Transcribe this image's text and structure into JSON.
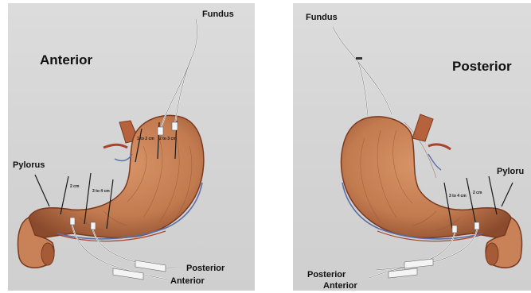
{
  "left_panel": {
    "view": "Anterior",
    "fundus": "Fundus",
    "pylorus": "Pylorus",
    "posterior_lead": "Posterior",
    "anterior_lead": "Anterior",
    "measure_1": "1 to 2 cm",
    "measure_2": "2 to 3 cm",
    "measure_3": "2 cm",
    "measure_4": "3 to 4 cm"
  },
  "right_panel": {
    "view": "Posterior",
    "fundus": "Fundus",
    "pylorus": "Pyloru",
    "posterior_lead": "Posterior",
    "anterior_lead": "Anterior",
    "measure_1": "3 to 4 cm",
    "measure_2": "2 cm"
  },
  "colors": {
    "panel_background": "#d5d5d5",
    "stomach": "#c27a4f",
    "stomach_dark": "#8a4a2c",
    "lead_wire": "#f2f2f2",
    "label_text": "#111111"
  }
}
